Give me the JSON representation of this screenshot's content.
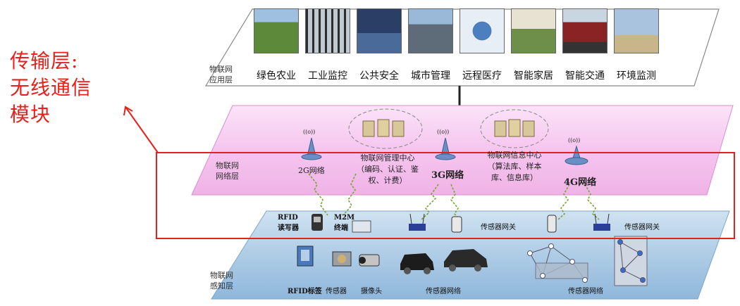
{
  "annotation": {
    "lines": [
      "传输层:",
      "无线通信",
      "模块"
    ],
    "color": "#e8201a"
  },
  "application_layer": {
    "name_lines": [
      "物联网",
      "应用层"
    ],
    "items": [
      {
        "label": "绿色农业",
        "icon": "farm-field-photo"
      },
      {
        "label": "工业监控",
        "icon": "power-tower-photo"
      },
      {
        "label": "公共安全",
        "icon": "monitor-room-photo"
      },
      {
        "label": "城市管理",
        "icon": "city-skyline-photo"
      },
      {
        "label": "远程医疗",
        "icon": "medical-device-photo"
      },
      {
        "label": "智能家居",
        "icon": "house-photo"
      },
      {
        "label": "智能交通",
        "icon": "truck-photo"
      },
      {
        "label": "环境监测",
        "icon": "weather-station-photo"
      }
    ]
  },
  "network_layer": {
    "name_lines": [
      "物联网",
      "网络层"
    ],
    "networks": [
      "2G网络",
      "3G网络",
      "4G网络"
    ],
    "mgmt_center": {
      "title": "物联网管理中心",
      "lines": [
        "（编码、认证、鉴",
        "权、计费）"
      ]
    },
    "info_center": {
      "title": "物联网信息中心",
      "lines": [
        "（算法库、样本",
        "库、信息库）"
      ]
    },
    "tower_caption": "((o))",
    "color": "#f7c8f0"
  },
  "perception_layer": {
    "name_lines": [
      "物联网",
      "感知层"
    ],
    "rfid_reader_lines": [
      "RFID",
      "读写器"
    ],
    "m2m_lines": [
      "M2M",
      "终端"
    ],
    "gateway_1": "传感器网关",
    "gateway_2": "传感器网关",
    "bottom_labels": [
      "RFID标签",
      "传感器",
      "摄像头",
      "传感器网络",
      "传感器网络"
    ],
    "color": "#a9c9e4"
  },
  "highlight": {
    "color": "#e8201a"
  }
}
